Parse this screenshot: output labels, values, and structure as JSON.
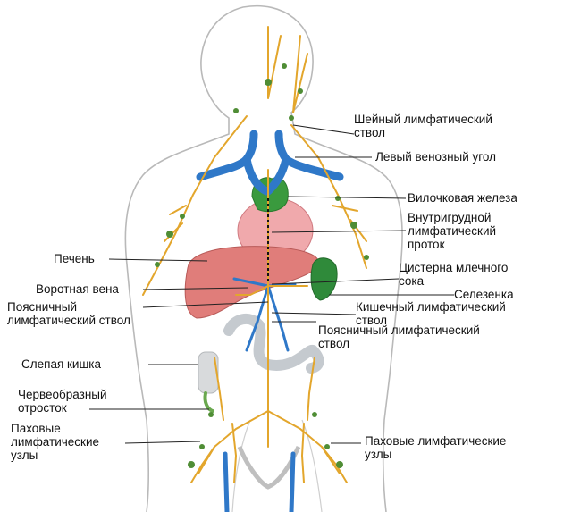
{
  "colors": {
    "body_outline": "#b9b9b9",
    "lymph_vessel": "#e3a62c",
    "lymph_node": "#4f8d35",
    "vein_blue": "#2f78c8",
    "heart": "#f0a9ac",
    "liver": "#e07d7a",
    "spleen": "#2f8a3a",
    "intestine": "#bfc4c8",
    "leader_line": "#222222"
  },
  "labels": {
    "neck_trunk": [
      "Шейный лимфатический",
      "ствол"
    ],
    "left_venous_angle": [
      "Левый венозный угол"
    ],
    "thymus": [
      "Вилочковая железа"
    ],
    "thoracic_duct": [
      "Внутригрудной",
      "лимфатический",
      "проток"
    ],
    "liver": [
      "Печень"
    ],
    "cisterna_chyli": [
      "Цистерна млечного",
      "сока"
    ],
    "portal_vein": [
      "Воротная вена"
    ],
    "spleen": [
      "Селезенка"
    ],
    "lumbar_trunk_left": [
      "Поясничный",
      "лимфатический ствол"
    ],
    "intestinal_trunk": [
      "Кишечный лимфатический",
      "ствол"
    ],
    "lumbar_trunk_right": [
      "Поясничный лимфатический",
      "ствол"
    ],
    "cecum": [
      "Слепая кишка"
    ],
    "appendix": [
      "Червеобразный",
      "отросток"
    ],
    "inguinal_left": [
      "Паховые",
      "лимфатические",
      "узлы"
    ],
    "inguinal_right": [
      "Паховые лимфатические",
      "узлы"
    ]
  }
}
